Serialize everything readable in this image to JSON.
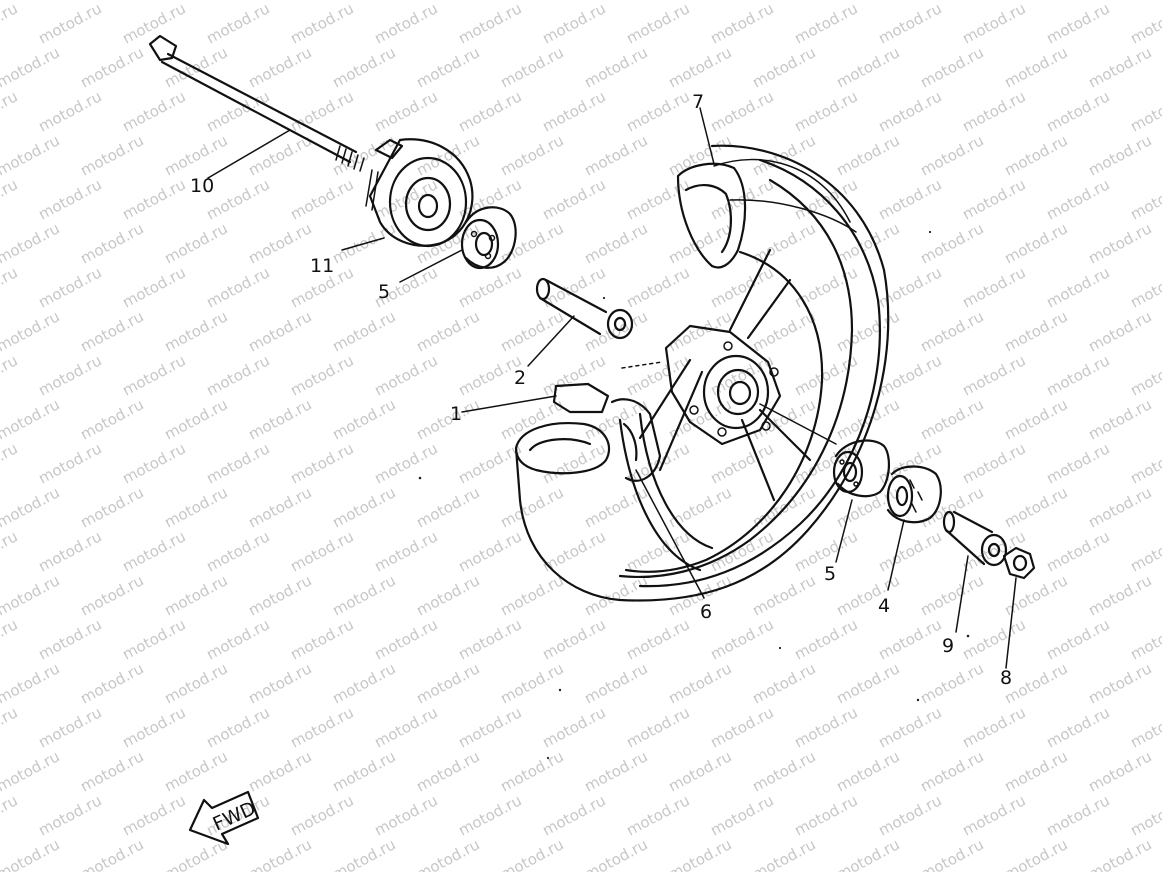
{
  "watermark": "motod.ru",
  "fwd_label": "FWD",
  "parts": [
    {
      "id": "p1",
      "label": "1"
    },
    {
      "id": "p2",
      "label": "2"
    },
    {
      "id": "p4",
      "label": "4"
    },
    {
      "id": "p5a",
      "label": "5"
    },
    {
      "id": "p5b",
      "label": "5"
    },
    {
      "id": "p6",
      "label": "6"
    },
    {
      "id": "p7",
      "label": "7"
    },
    {
      "id": "p8",
      "label": "8"
    },
    {
      "id": "p9",
      "label": "9"
    },
    {
      "id": "p10",
      "label": "10"
    },
    {
      "id": "p11",
      "label": "11"
    }
  ]
}
